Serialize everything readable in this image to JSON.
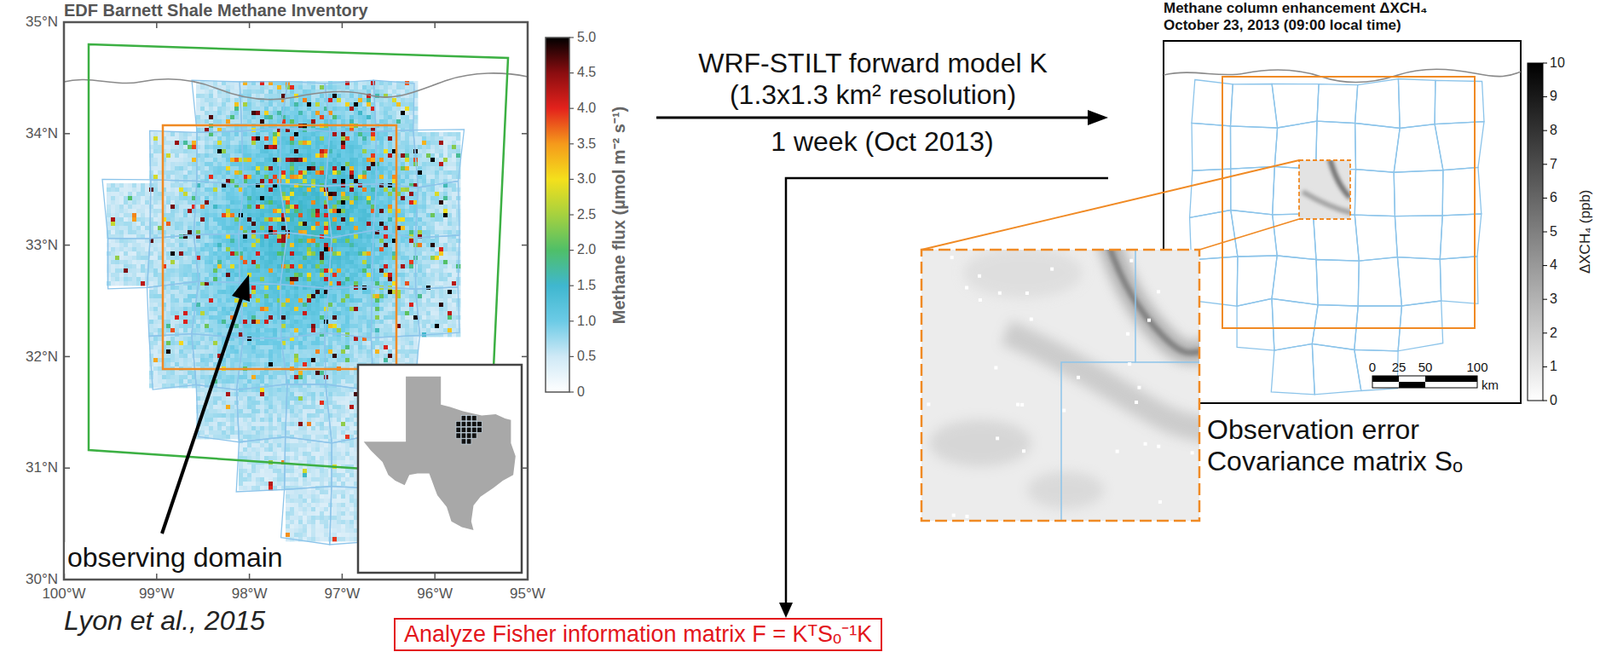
{
  "diagram": {
    "nodes": [
      {
        "text": [
          "EDF Barnett Shale Methane Inventory"
        ]
      },
      {
        "text": [
          "Methane column enhancement ΔXCH₄",
          "October 23, 2013 (09:00 local time)"
        ]
      },
      {
        "text": [
          "Analyze Fisher information matrix F = KᵀSₒ⁻¹K"
        ]
      }
    ],
    "edges": [
      {
        "from": 0,
        "to": 1,
        "arrow": "to",
        "label": "WRF-STILT forward model K (1.3x1.3 km² resolution)"
      },
      {
        "from": 1,
        "to": 2,
        "arrow": "to"
      }
    ],
    "labels": [
      "35°N",
      "34°N",
      "33°N",
      "32°N",
      "31°N",
      "30°N",
      "100°W",
      "99°W",
      "98°W",
      "97°W",
      "96°W",
      "95°W",
      "5.0",
      "4.5",
      "4.0",
      "3.5",
      "3.0",
      "2.5",
      "2.0",
      "1.5",
      "1.0",
      "0.5",
      "0",
      "Methane flux (µmol m⁻² s⁻¹)",
      "observing domain",
      "Lyon et al., 2015",
      "1 week (Oct 2013)",
      "10",
      "9",
      "8",
      "7",
      "6",
      "5",
      "4",
      "3",
      "2",
      "1",
      "0",
      "ΔXCH₄ (ppb)",
      "0",
      "25",
      "50",
      "100",
      "km",
      "Observation error Covariance matrix Sₒ"
    ]
  }
}
